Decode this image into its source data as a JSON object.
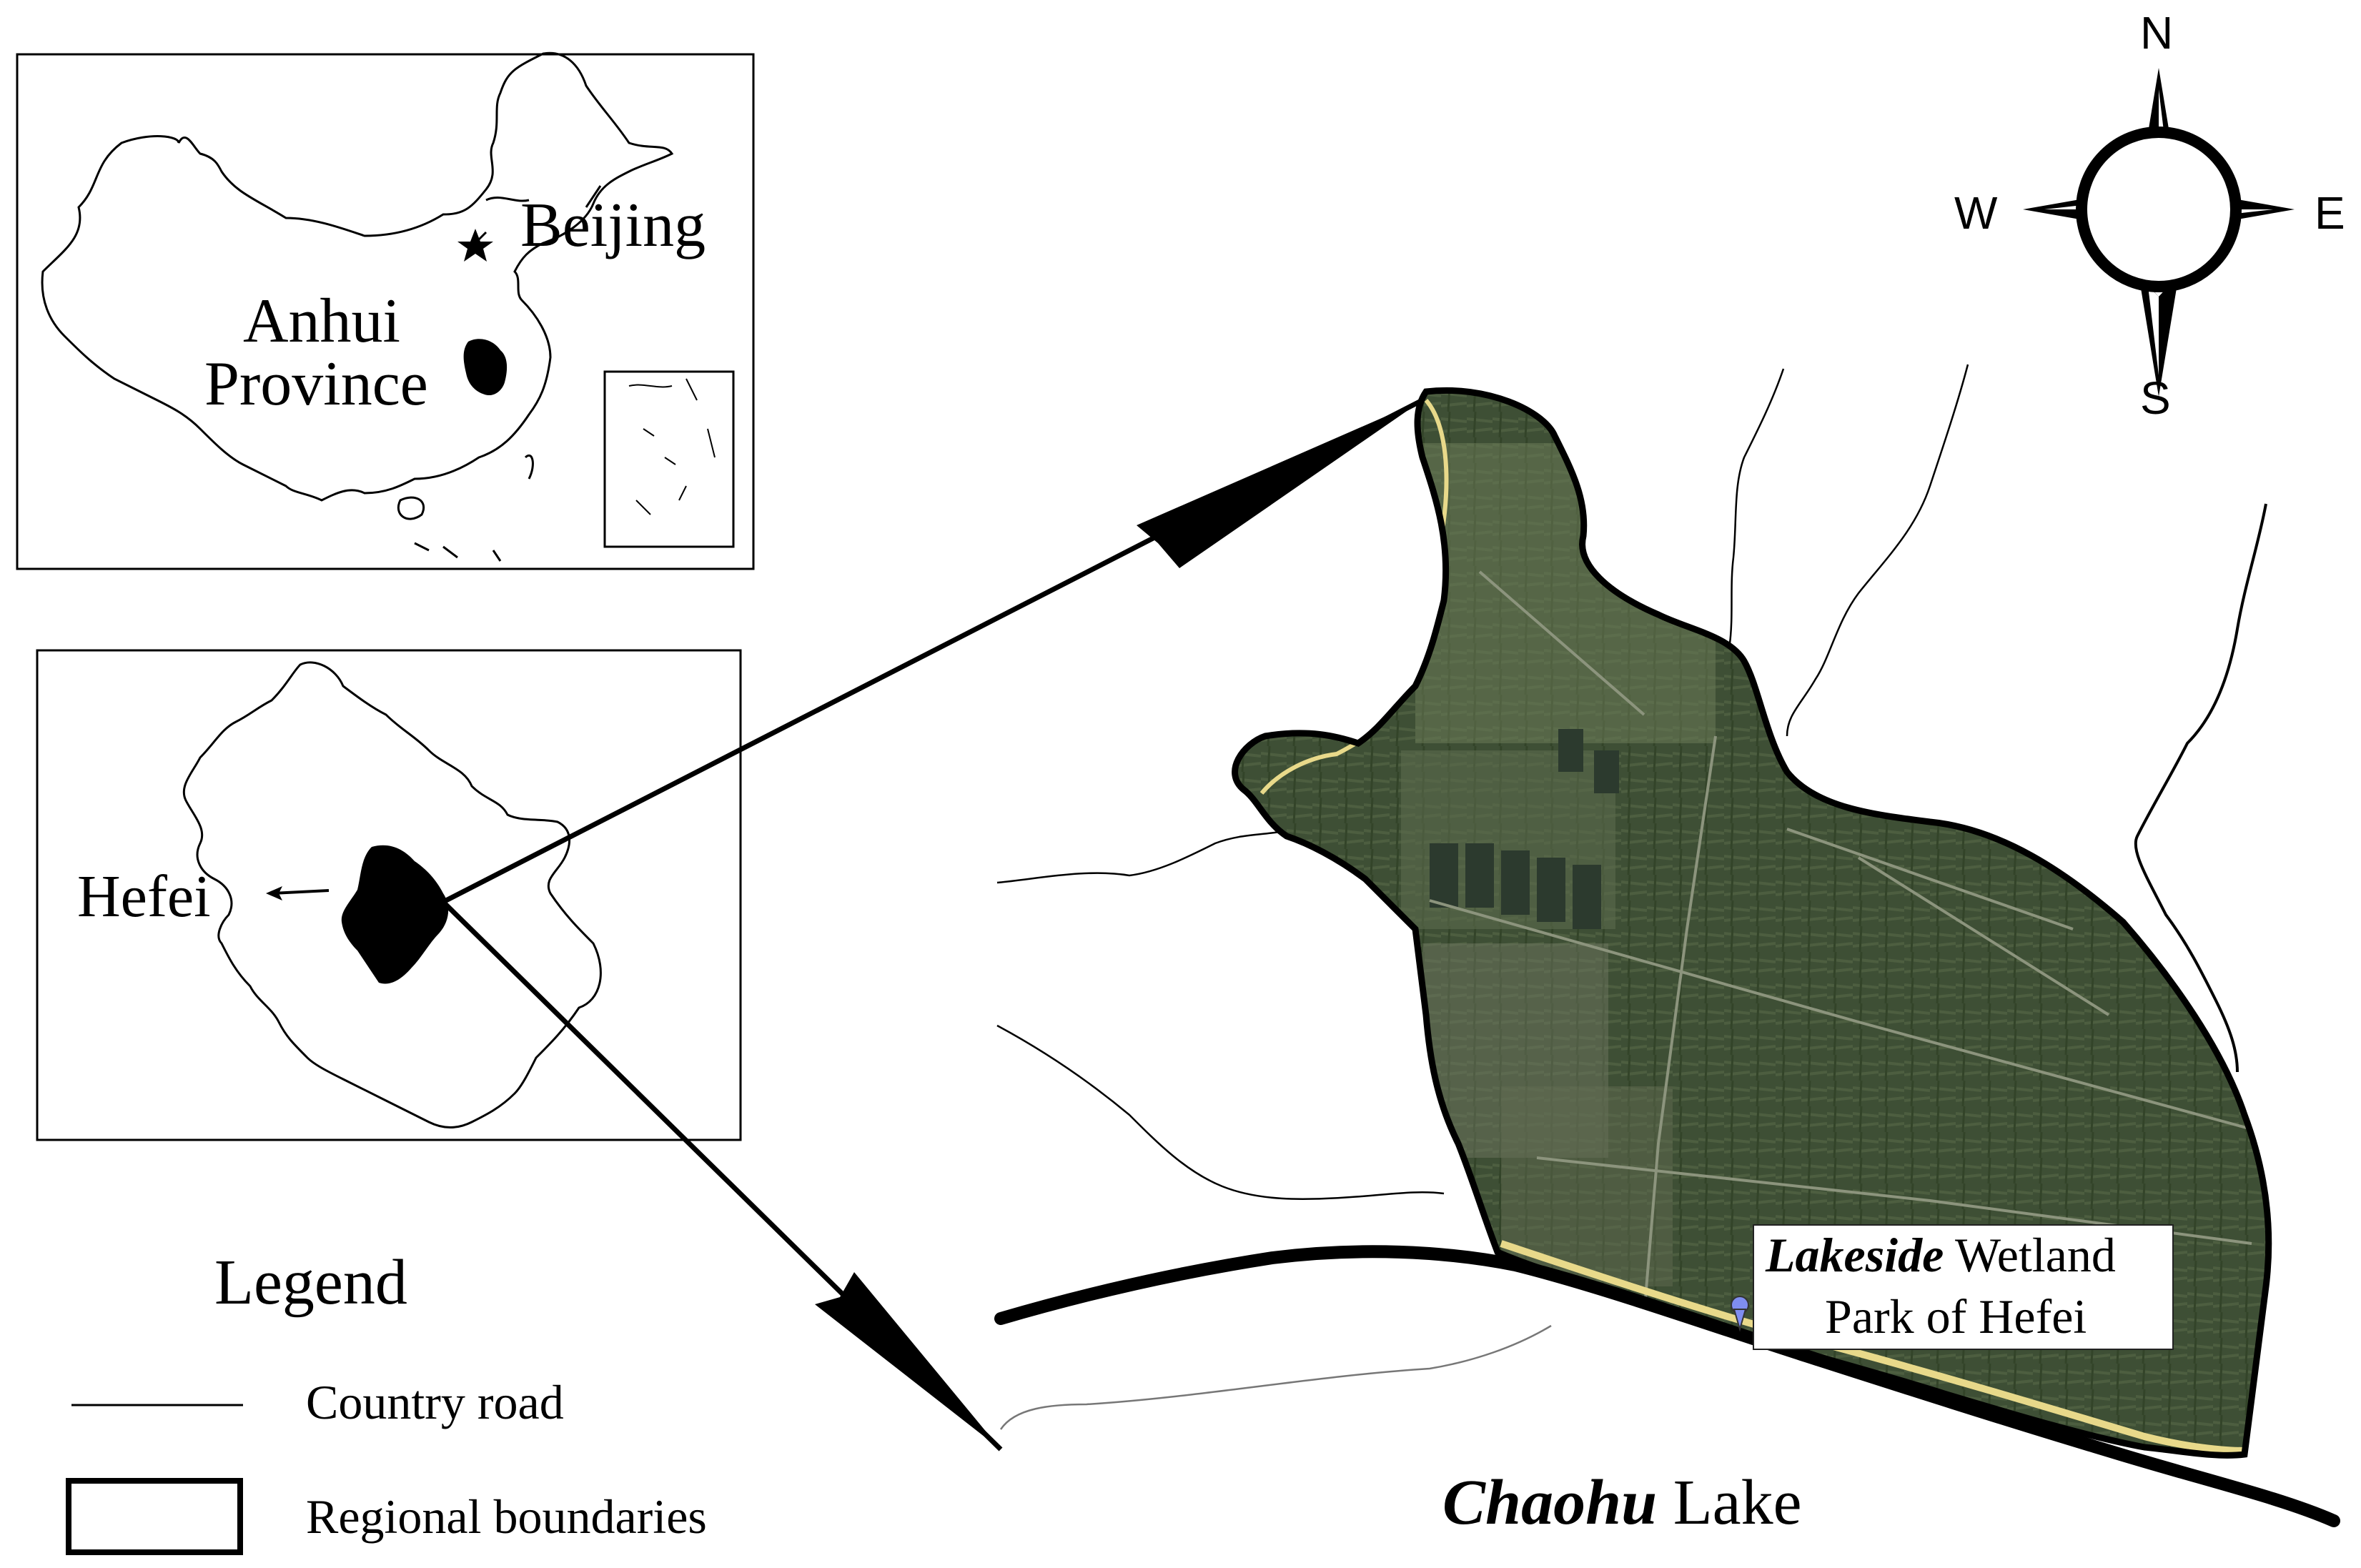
{
  "china_inset": {
    "capital_label": "Beijing",
    "province_label_line1": "Anhui",
    "province_label_line2": "Province"
  },
  "anhui_inset": {
    "city_label": "Hefei"
  },
  "legend": {
    "title": "Legend",
    "items": [
      {
        "symbol": "thin-line",
        "label": "Country road"
      },
      {
        "symbol": "thick-box",
        "label": "Regional boundaries"
      }
    ]
  },
  "study_area": {
    "lake_name_italic": "Chaohu",
    "lake_name_rest": "Lake",
    "park_name_italic": "Lakeside",
    "park_name_line1_rest": "Wetland",
    "park_name_line2": "Park of Hefei"
  },
  "compass": {
    "north": "N",
    "south": "S",
    "west": "W",
    "east": "E"
  },
  "colors": {
    "ink": "#000000",
    "satellite_base": "#3e4f35",
    "satellite_light": "#6a7a55",
    "shore_road": "#e8d98a",
    "marker": "#7f8df0"
  }
}
